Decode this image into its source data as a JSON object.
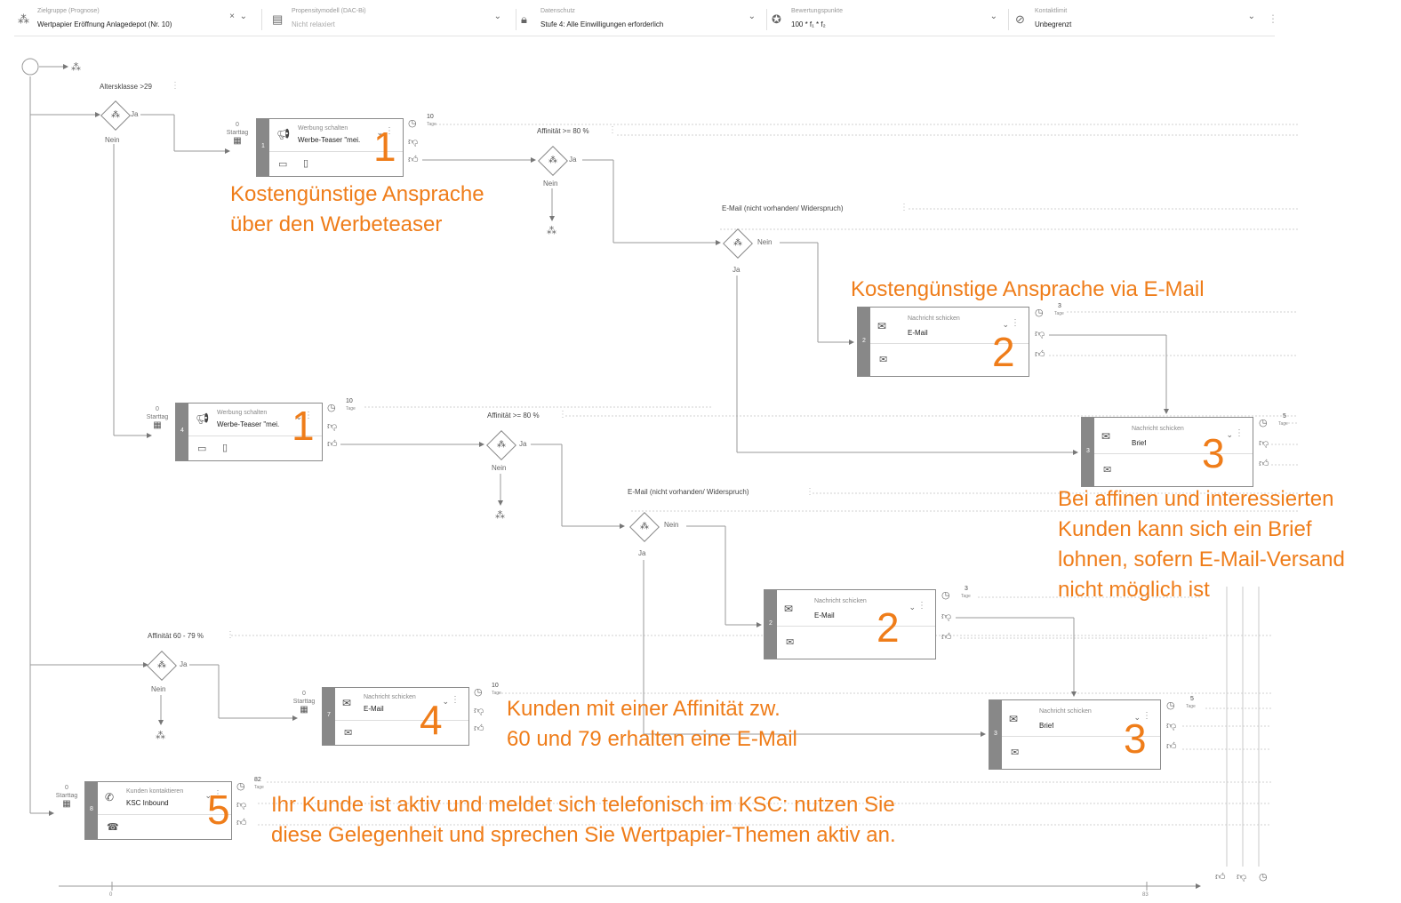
{
  "topbar": {
    "target": {
      "label": "Zielgruppe (Prognose)",
      "value": "Wertpapier Eröffnung Anlagedepot (Nr. 10)"
    },
    "model": {
      "label": "Propensitymodell (DAC-Bi)",
      "value": "Nicht relaxiert"
    },
    "privacy": {
      "label": "Datenschutz",
      "value": "Stufe 4: Alle Einwilligungen erforderlich"
    },
    "score": {
      "label": "Bewertungspunkte",
      "value": "100 * f₁ * f₂"
    },
    "contact": {
      "label": "Kontaktlimit",
      "value": "Unbegrenzt"
    }
  },
  "conditions": {
    "age": "Altersklasse >29",
    "aff80a": "Affinität >= 80 %",
    "aff80b": "Affinität >= 80 %",
    "emailA": "E-Mail (nicht vorhanden/ Widerspruch)",
    "emailB": "E-Mail (nicht vorhanden/ Widerspruch)",
    "aff60": "Affinität 60 - 79 %"
  },
  "yes": "Ja",
  "no": "Nein",
  "startday": {
    "num": "0",
    "label": "Starttag"
  },
  "units": {
    "tage": "Tage"
  },
  "nodes": {
    "ad1": {
      "step": "1",
      "action": "Werbung schalten",
      "value": "Werbe-Teaser \"mei...",
      "time": "10"
    },
    "ad2": {
      "step": "4",
      "action": "Werbung schalten",
      "value": "Werbe-Teaser \"mei...",
      "time": "10"
    },
    "mailA": {
      "step": "2",
      "action": "Nachricht schicken",
      "value": "E-Mail",
      "time": "3"
    },
    "briefA": {
      "step": "3",
      "action": "Nachricht schicken",
      "value": "Brief",
      "time": "5"
    },
    "mailB": {
      "step": "2",
      "action": "Nachricht schicken",
      "value": "E-Mail",
      "time": "3"
    },
    "mail7": {
      "step": "7",
      "action": "Nachricht schicken",
      "value": "E-Mail",
      "time": "10"
    },
    "briefB": {
      "step": "3",
      "action": "Nachricht schicken",
      "value": "Brief",
      "time": "5"
    },
    "ksc": {
      "step": "8",
      "action": "Kunden kontaktieren",
      "value": "KSC Inbound",
      "time": "82"
    }
  },
  "annotations": {
    "a1_l1": "Kostengünstige Ansprache",
    "a1_l2": "über den Werbeteaser",
    "a2": "Kostengünstige Ansprache via E-Mail",
    "a3_l1": "Bei affinen und interessierten",
    "a3_l2": "Kunden kann sich ein Brief",
    "a3_l3": "lohnen, sofern E-Mail-Versand",
    "a3_l4": "nicht möglich ist",
    "a4_l1": "Kunden mit einer Affinität zw.",
    "a4_l2": "60 und 79 erhalten eine  E-Mail",
    "a5_l1": "Ihr Kunde ist aktiv und meldet sich telefonisch im KSC: nutzen Sie",
    "a5_l2": "diese Gelegenheit und sprechen Sie Wertpapier-Themen aktiv an."
  },
  "numbers": {
    "n1": "1",
    "n2": "2",
    "n3": "3",
    "n4": "4",
    "n5": "5"
  },
  "axis": {
    "left": "0",
    "right": "83"
  }
}
